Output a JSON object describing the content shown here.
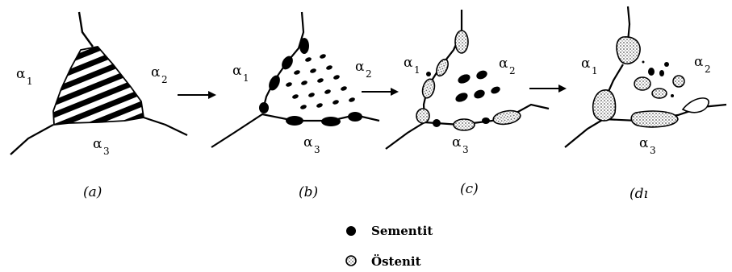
{
  "panels": [
    {
      "caption": "(a)",
      "labels": {
        "a1": "α",
        "a1_sub": "1",
        "a2": "α",
        "a2_sub": "2",
        "a3": "α",
        "a3_sub": "3"
      }
    },
    {
      "caption": "(b)",
      "labels": {
        "a1": "α",
        "a1_sub": "1",
        "a2": "α",
        "a2_sub": "2",
        "a3": "α",
        "a3_sub": "3"
      }
    },
    {
      "caption": "(c)",
      "labels": {
        "a1": "α",
        "a1_sub": "1",
        "a2": "α",
        "a2_sub": "2",
        "a3": "α",
        "a3_sub": "3"
      }
    },
    {
      "caption": "(dı",
      "labels": {
        "a1": "α",
        "a1_sub": "1",
        "a2": "α",
        "a2_sub": "2",
        "a3": "α",
        "a3_sub": "3"
      }
    }
  ],
  "legend": {
    "cementite": "Sementit",
    "austenite": "Östenit"
  },
  "colors": {
    "ink": "#000000",
    "background": "#ffffff",
    "stipple": "#9a9a9a"
  }
}
